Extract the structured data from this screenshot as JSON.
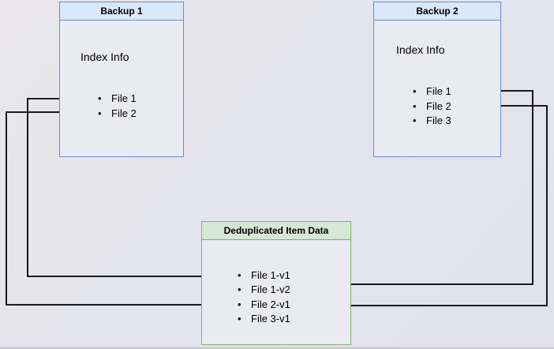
{
  "diagram": {
    "bullet": "•",
    "backup1": {
      "title": "Backup 1",
      "subtitle": "Index Info",
      "files": [
        "File 1",
        "File 2"
      ]
    },
    "backup2": {
      "title": "Backup 2",
      "subtitle": "Index Info",
      "files": [
        "File 1",
        "File 2",
        "File 3"
      ]
    },
    "dedup": {
      "title": "Deduplicated Item Data",
      "items": [
        "File 1-v1",
        "File 1-v2",
        "File 2-v1",
        "File 3-v1"
      ]
    },
    "connections": [
      {
        "from": "Backup 1 / File 1",
        "to": "File 1-v1"
      },
      {
        "from": "Backup 1 / File 2",
        "to": "File 2-v1"
      },
      {
        "from": "Backup 2 / File 1",
        "to": "File 1-v2"
      },
      {
        "from": "Backup 2 / File 2",
        "to": "File 2-v1"
      }
    ],
    "colors": {
      "blue_fill": "#dae8fc",
      "blue_border": "#6c8ebf",
      "green_fill": "#d5e8d4",
      "green_border": "#82b366",
      "box_body": "#eaeaf3",
      "arrow": "#000000",
      "background": "#e4e4ee"
    }
  }
}
